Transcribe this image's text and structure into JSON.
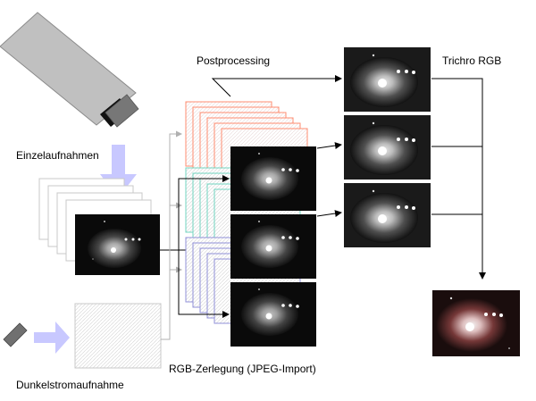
{
  "labels": {
    "single_exposures": "Einzelaufnahmen",
    "dark_frame": "Dunkelstromaufnahme",
    "postprocessing": "Postprocessing",
    "rgb_split": "RGB-Zerlegung (JPEG-Import)",
    "trichro": "Trichro RGB"
  },
  "colors": {
    "camera_body": "#c0c0c0",
    "camera_outline": "#707070",
    "arrow_fill": "#c8c8ff",
    "red_channel": "#ff8c70",
    "green_channel": "#70d6c0",
    "blue_channel": "#9090d8",
    "frame_outline": "#c8c8c8",
    "nebula_glow": "#ffffff",
    "composite_tint": "#c08080"
  },
  "icons": {
    "camera": "camera-icon",
    "dark_camera": "dark-camera-icon"
  }
}
